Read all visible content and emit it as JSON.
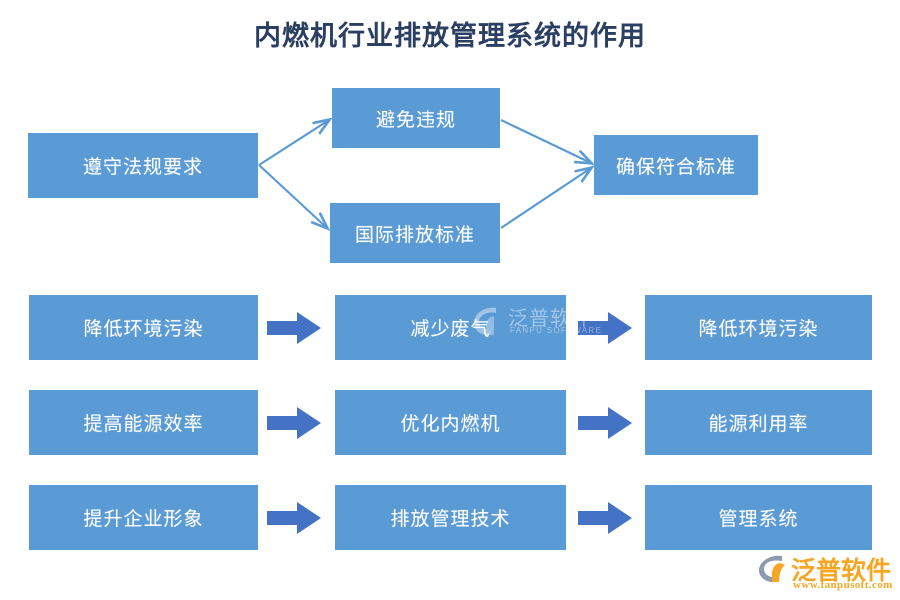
{
  "page": {
    "title": "内燃机行业排放管理系统的作用",
    "title_color": "#2b3f63",
    "background": "#ffffff"
  },
  "theme": {
    "box_fill": "#5B9BD5",
    "box_text": "#ffffff",
    "connector_line": "#5B9BD5",
    "block_arrow": "#4472C4",
    "logo_accent": "#F5A623",
    "logo_mark_gray": "#8C9BAE"
  },
  "diagram": {
    "type": "flowchart",
    "top_flow": {
      "source": {
        "label": "遵守法规要求"
      },
      "branches": [
        {
          "label": "避免违规"
        },
        {
          "label": "国际排放标准"
        }
      ],
      "target": {
        "label": "确保符合标准"
      },
      "edges": [
        {
          "from": "遵守法规要求",
          "to": "避免违规",
          "style": "arrow"
        },
        {
          "from": "遵守法规要求",
          "to": "国际排放标准",
          "style": "arrow"
        },
        {
          "from": "避免违规",
          "to": "确保符合标准",
          "style": "arrow"
        },
        {
          "from": "国际排放标准",
          "to": "确保符合标准",
          "style": "arrow"
        }
      ]
    },
    "rows": [
      {
        "steps": [
          {
            "label": "降低环境污染"
          },
          {
            "label": "减少废气"
          },
          {
            "label": "降低环境污染"
          }
        ],
        "connector": "block-arrow"
      },
      {
        "steps": [
          {
            "label": "提高能源效率"
          },
          {
            "label": "优化内燃机"
          },
          {
            "label": "能源利用率"
          }
        ],
        "connector": "block-arrow"
      },
      {
        "steps": [
          {
            "label": "提升企业形象"
          },
          {
            "label": "排放管理技术"
          },
          {
            "label": "管理系统"
          }
        ],
        "connector": "block-arrow"
      }
    ]
  },
  "watermark": {
    "text": "泛普软件",
    "subtext": "FANPU SOFTWARE"
  },
  "logo": {
    "name": "泛普软件",
    "url": "www.fanpusoft.com"
  },
  "icons": {
    "block_arrow": "block-arrow-right-icon",
    "connector_arrow": "line-arrow-icon",
    "brand_mark": "fanpu-brand-mark-icon"
  }
}
